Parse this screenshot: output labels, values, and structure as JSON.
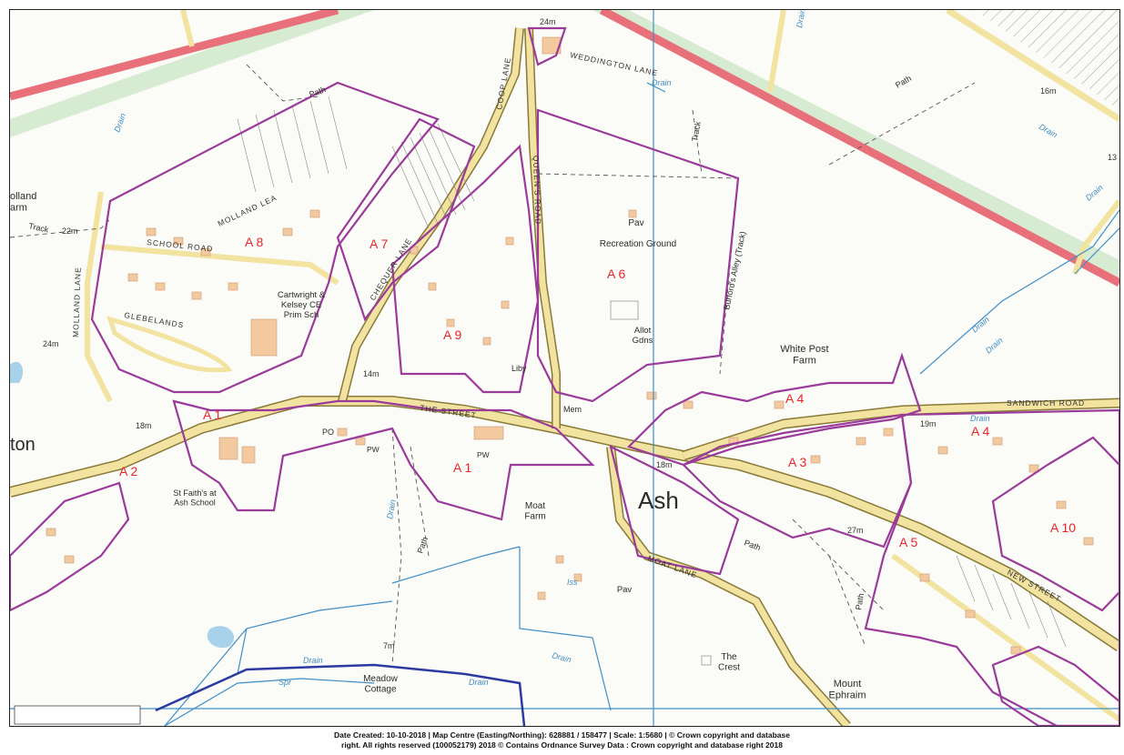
{
  "map": {
    "town_label": "Ash",
    "place_labels": {
      "holland_farm": "olland\narm",
      "cartwright_school": "Cartwright &\nKelsey CE\nPrim Sch",
      "recreation_ground": "Recreation Ground",
      "pav_top": "Pav",
      "allot": "Allot\nGdns",
      "white_post_farm": "White Post\nFarm",
      "st_faiths": "St Faith's at\nAsh School",
      "moat_farm": "Moat\nFarm",
      "meadow_cottage": "Meadow\nCottage",
      "the_crest": "The\nCrest",
      "mount_ephraim": "Mount\nEphraim",
      "pav_bottom": "Pav",
      "liby": "Liby",
      "mem": "Mem",
      "po": "PO",
      "pw_1": "PW",
      "pw_2": "PW",
      "ton": "ton"
    },
    "street_labels": {
      "sandwich_road": "SANDWICH ROAD",
      "the_street": "THE STREET",
      "chequer_lane": "CHEQUER LANE",
      "queens_road": "QUEEN'S ROAD",
      "school_road": "SCHOOL ROAD",
      "molland_lea": "MOLLAND LEA",
      "glebelands": "GLEBELANDS",
      "new_street": "NEW STREET",
      "moat_lane": "MOAT LANE",
      "weddington_lane": "WEDDINGTON LANE",
      "molland_lane": "MOLLAND LANE",
      "burfords_alley": "Burford's Alley (Track)",
      "coop_lane": "COOP LANE"
    },
    "path_labels": {
      "path_1": "Path",
      "path_2": "Path",
      "path_3": "Path",
      "path_4": "Path",
      "path_5": "Path",
      "track_1": "Track",
      "track_2": "Track"
    },
    "water_labels": {
      "drain_1": "Drain",
      "drain_2": "Drain",
      "drain_3": "Drain",
      "drain_4": "Drain",
      "drain_5": "Drain",
      "drain_6": "Drain",
      "drain_7": "Drain",
      "drain_8": "Drain",
      "drain_9": "Drain",
      "drain_10": "Drain",
      "drain_11": "Drain",
      "drain_12": "Drain",
      "spr": "Spr",
      "iss": "Iss"
    },
    "heights": {
      "h24_top": "24m",
      "h16": "16m",
      "h22": "22m",
      "h24_left": "24m",
      "h18_left": "18m",
      "h14": "14m",
      "h18_mid": "18m",
      "h19": "19m",
      "h27": "27m",
      "h7": "7m",
      "h13": "13"
    },
    "area_labels": {
      "a1_left": "A 1",
      "a1_mid": "A 1",
      "a2": "A 2",
      "a3": "A 3",
      "a4_left": "A 4",
      "a4_right": "A 4",
      "a5": "A 5",
      "a6": "A 6",
      "a7": "A 7",
      "a8": "A 8",
      "a9": "A 9",
      "a10": "A 10"
    }
  },
  "footer": {
    "line1": "Date Created: 10-10-2018 | Map Centre (Easting/Northing): 628881 / 158477 | Scale: 1:5680 | © Crown copyright and database",
    "line2": "right. All rights reserved (100052179) 2018 © Contains Ordnance Survey Data : Crown copyright and database right 2018"
  },
  "colors": {
    "boundary": "#9a3a9a",
    "main_road": "#f2e3a0",
    "rail": "#e8707a",
    "water": "#3f8fc7",
    "building": "#f3c9a0",
    "area_label": "#e8262a"
  }
}
